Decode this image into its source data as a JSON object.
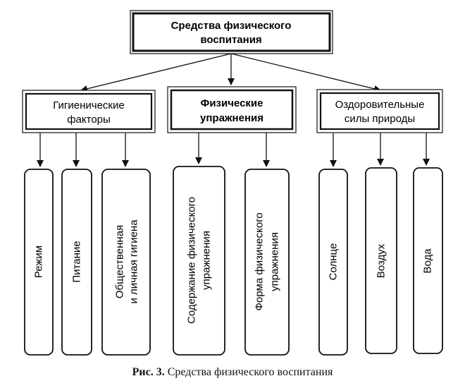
{
  "root": {
    "line1": "Средства физического",
    "line2": "воспитания"
  },
  "categories": [
    {
      "line1": "Гигиенические",
      "line2": "факторы",
      "bold": false
    },
    {
      "line1": "Физические",
      "line2": "упражнения",
      "bold": true
    },
    {
      "line1": "Оздоровительные",
      "line2": "силы природы",
      "bold": false
    }
  ],
  "leaves": [
    {
      "lines": [
        "Режим"
      ]
    },
    {
      "lines": [
        "Питание"
      ]
    },
    {
      "lines": [
        "Общественная",
        "и личная гигиена"
      ]
    },
    {
      "lines": [
        "Содержание физического",
        "упражнения"
      ]
    },
    {
      "lines": [
        "Форма физического",
        "упражнения"
      ]
    },
    {
      "lines": [
        "Солнце"
      ]
    },
    {
      "lines": [
        "Воздух"
      ]
    },
    {
      "lines": [
        "Вода"
      ]
    }
  ],
  "caption": {
    "label": "Рис. 3.",
    "text": "Средства физического воспитания"
  }
}
